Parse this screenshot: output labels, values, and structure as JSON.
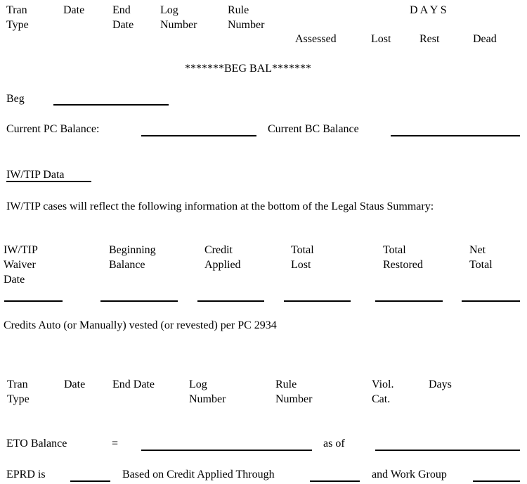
{
  "header1": {
    "tran_type": [
      "Tran",
      "Type"
    ],
    "date": "Date",
    "end_date": [
      "End",
      "Date"
    ],
    "log_number": [
      "Log",
      "Number"
    ],
    "rule_number": [
      "Rule",
      "Number"
    ],
    "days": "D A Y S",
    "assessed": "Assessed",
    "lost": "Lost",
    "rest": "Rest",
    "dead": "Dead"
  },
  "beg_bal_banner": "*******BEG BAL*******",
  "beg_label": "Beg",
  "current_pc_balance": "Current PC Balance:",
  "current_bc_balance": "Current BC Balance",
  "iw_tip_heading": "IW/TIP Data",
  "iw_tip_note": "IW/TIP cases will reflect the following information at the bottom of the Legal Staus Summary:",
  "iw_tip_columns": {
    "waiver_date": [
      "IW/TIP",
      "Waiver",
      "Date"
    ],
    "beginning_balance": [
      "Beginning",
      "Balance"
    ],
    "credit_applied": [
      "Credit",
      "Applied"
    ],
    "total_lost": [
      "Total",
      "Lost"
    ],
    "total_restored": [
      "Total",
      "Restored"
    ],
    "net_total": [
      "Net",
      "Total"
    ]
  },
  "credits_note": "Credits Auto (or Manually) vested (or revested) per PC 2934",
  "header2": {
    "tran_type": [
      "Tran",
      "Type"
    ],
    "date": "Date",
    "end_date": "End Date",
    "log_number": [
      "Log",
      "Number"
    ],
    "rule_number": [
      "Rule",
      "Number"
    ],
    "viol_cat": [
      "Viol.",
      "Cat."
    ],
    "days": "Days"
  },
  "eto": {
    "label": "ETO Balance",
    "equals": "=",
    "as_of": "as of"
  },
  "eprd": {
    "label": "EPRD is",
    "based_on": "Based on Credit Applied Through",
    "work_group": "and Work Group"
  }
}
